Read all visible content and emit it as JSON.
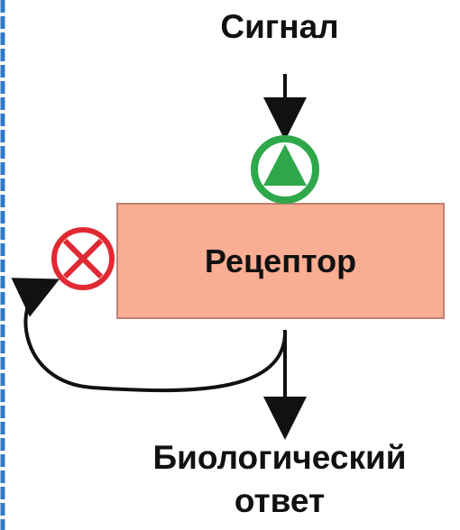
{
  "diagram": {
    "signal_label": "Сигнал",
    "receptor_label": "Рецептор",
    "response_label_line1": "Биологический",
    "response_label_line2": "ответ",
    "colors": {
      "receptor_fill": "#f9ad92",
      "receptor_border": "#c08070",
      "activation_green": "#2ea84a",
      "inhibition_red": "#e02a33",
      "arrow_black": "#111111",
      "left_rail_blue": "#2f79c9"
    },
    "icons": {
      "activation": "green-triangle-in-circle-icon",
      "inhibition": "red-x-in-circle-icon"
    }
  }
}
